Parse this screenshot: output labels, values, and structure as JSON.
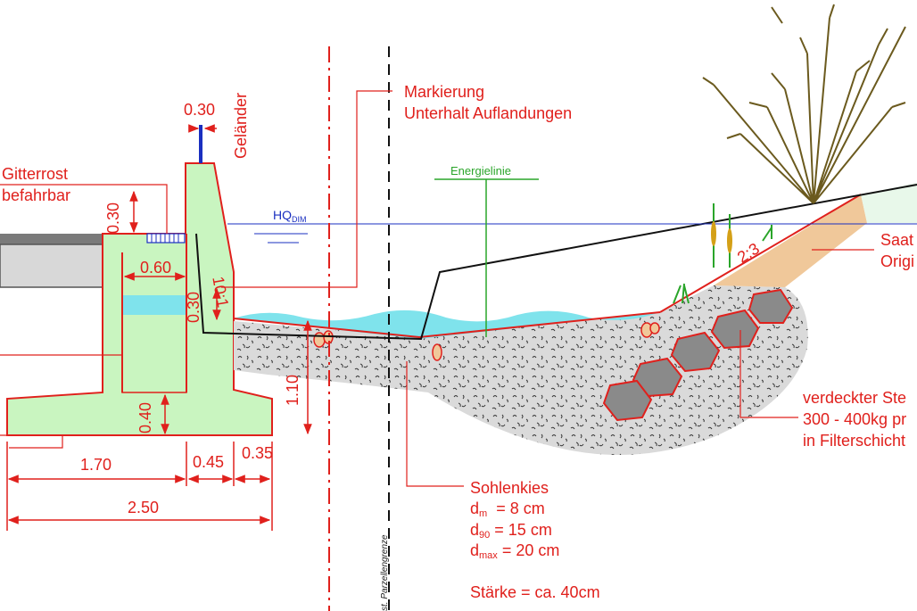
{
  "labels": {
    "gitterrost_1": "Gitterrost",
    "gitterrost_2": "befahrbar",
    "gelaender": "Geländer",
    "markierung_1": "Markierung",
    "markierung_2": "Unterhalt Auflandungen",
    "energielinie": "Energielinie",
    "hq_main": "HQ",
    "hq_sub": "DIM",
    "saat_1": "Saat",
    "saat_2": "Origi",
    "slope": "2:3",
    "wall_slope": "10:1",
    "verdeckter_1": "verdeckter Ste",
    "verdeckter_2": "300 - 400kg pr",
    "verdeckter_3": "in Filterschicht",
    "sohlenkies": "Sohlenkies",
    "dm_sym": "d",
    "dm_sub": "m",
    "dm_val": "= 8 cm",
    "d90_sym": "d",
    "d90_sub": "90",
    "d90_val": "= 15 cm",
    "dmax_sym": "d",
    "dmax_sub": "max",
    "dmax_val": "= 20 cm",
    "staerke": "Stärke = ca. 40cm",
    "parzellengrenze": "st. Parzellengrenze"
  },
  "dimensions": {
    "d030_top": "0.30",
    "d030_left": "0.30",
    "d060": "0.60",
    "d030_mid": "0.30",
    "d110": "1.10",
    "d040": "0.40",
    "d170": "1.70",
    "d045": "0.45",
    "d035": "0.35",
    "d250": "2.50"
  },
  "colors": {
    "annotation_red": "#e0201c",
    "concrete_green": "#c9f5c0",
    "water_cyan": "#7fe3ec",
    "gravel_grey": "#d9d9d9",
    "soil_tan": "#f0c89a",
    "energy_line_green": "#2aa52a",
    "hq_blue": "#1a2fc0"
  }
}
